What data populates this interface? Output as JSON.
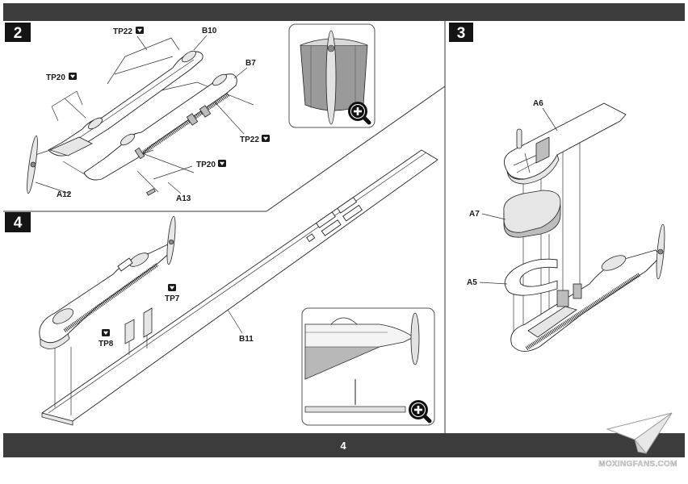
{
  "page": {
    "number": "4"
  },
  "steps": {
    "step2": "2",
    "step3": "3",
    "step4": "4"
  },
  "step2": {
    "labels": {
      "tp22_top": "TP22",
      "b10": "B10",
      "tp20_left": "TP20",
      "b7": "B7",
      "tp22_right": "TP22",
      "tp20_right": "TP20",
      "a12": "A12",
      "a13": "A13"
    }
  },
  "step3": {
    "labels": {
      "a6": "A6",
      "a7": "A7",
      "a5": "A5"
    }
  },
  "step4": {
    "labels": {
      "tp7": "TP7",
      "tp8": "TP8",
      "b11": "B11"
    }
  },
  "watermark": {
    "text": "MOXINGFANS.COM",
    "icon": "paper-plane-icon"
  },
  "icons": {
    "clear_part": "clear-part-icon",
    "zoom": "magnifier-plus-icon"
  },
  "colors": {
    "bar": "#3c3c3c",
    "step_badge": "#141414",
    "line_art": "#222222",
    "shade": "#bdbdbd",
    "page": "#ffffff"
  }
}
